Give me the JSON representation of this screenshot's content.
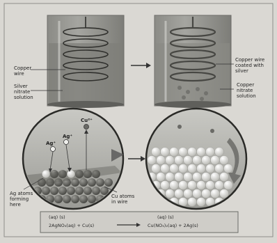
{
  "left_beaker": {
    "copper_wire_label": [
      "Copper",
      "wire"
    ],
    "silver_nitrate_label": [
      "Silver",
      "nitrate",
      "solution"
    ]
  },
  "right_beaker": {
    "coated_label": [
      "Copper wire",
      "coated with",
      "silver"
    ],
    "copper_nitrate_label": [
      "Copper",
      "nitrate",
      "solution"
    ]
  },
  "magnified_left": {
    "ion_labels": [
      "Ag⁺",
      "Ag⁺",
      "Cu²⁺"
    ],
    "ag_atoms_label": [
      "Ag atoms",
      "forming",
      "here"
    ],
    "cu_atoms_label": [
      "Cu atoms",
      "in wire"
    ]
  },
  "equation": {
    "left_states": "(aq)   (s)",
    "left": "2AgNO₃(aq) + Cu(s)",
    "right_states": "(aq)   (s)",
    "right": "Cu(NO₃)₂(aq) + 2Ag(s)"
  },
  "colors": {
    "background": "#d9d7d2",
    "glass": "#9e9e99",
    "solution": "#7c7c77",
    "atom_light": "#f2f2ef",
    "atom_dark": "#5e5e5a"
  }
}
